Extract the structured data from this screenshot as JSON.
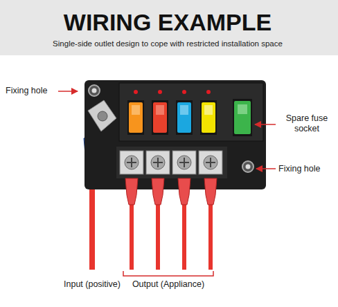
{
  "diagram": {
    "title": "WIRING EXAMPLE",
    "labels": [
      "Single-side outlet design to cope with restricted installation space",
      "Fixing hole",
      "Spare fuse socket",
      "Fixing hole",
      "Input (positive)",
      "Output (Appliance)"
    ]
  }
}
